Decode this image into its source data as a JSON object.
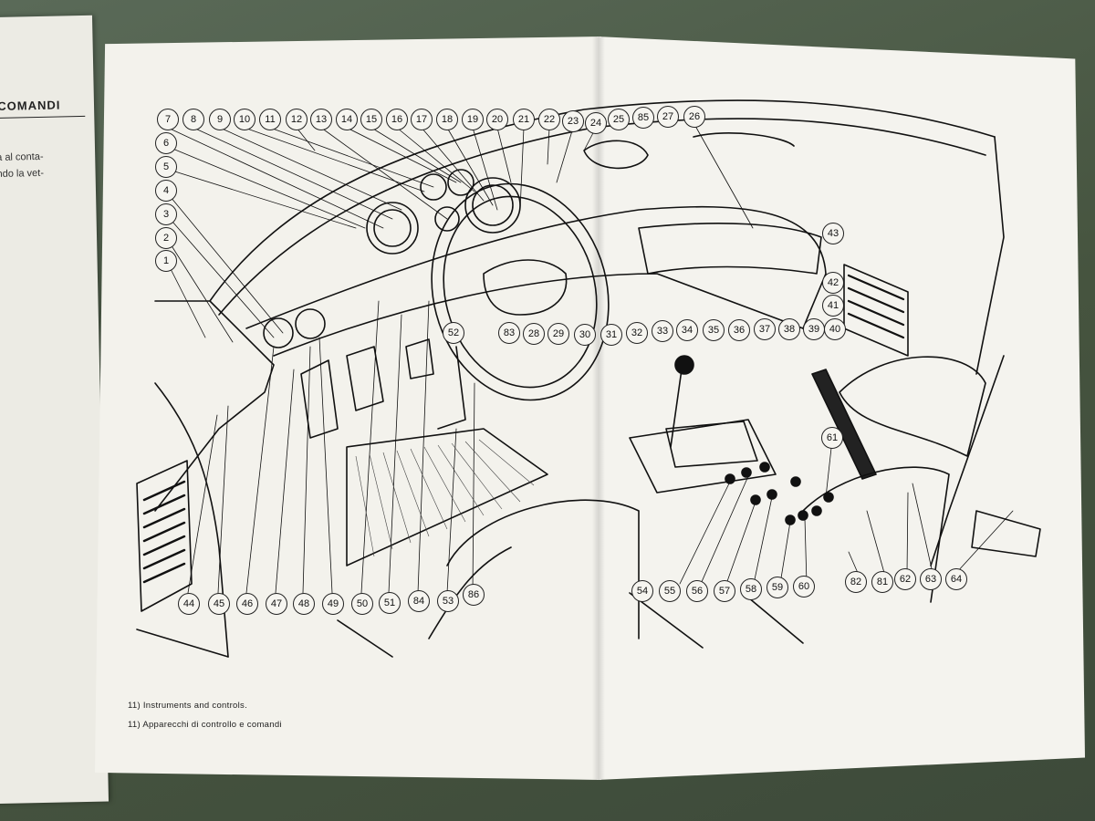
{
  "left_page": {
    "title": "E COMANDI",
    "snippet_line1": "a al conta-",
    "snippet_line2": "ndo la vet-"
  },
  "callouts": {
    "top_row": [
      "7",
      "8",
      "9",
      "10",
      "11",
      "12",
      "13",
      "14",
      "15",
      "16",
      "17",
      "18",
      "19",
      "20",
      "21",
      "22",
      "23",
      "24",
      "25",
      "85",
      "27",
      "26"
    ],
    "left_column": [
      "6",
      "5",
      "4",
      "3",
      "2",
      "1"
    ],
    "right_column": [
      "43",
      "42",
      "41",
      "40",
      "61"
    ],
    "middle_row": [
      "52",
      "83",
      "28",
      "29",
      "30",
      "31",
      "32",
      "33",
      "34",
      "35",
      "36",
      "37",
      "38",
      "39"
    ],
    "bottom_left": [
      "44",
      "45",
      "46",
      "47",
      "48",
      "49",
      "50",
      "51",
      "84",
      "53",
      "86"
    ],
    "bottom_right": [
      "54",
      "55",
      "56",
      "57",
      "58",
      "59",
      "60",
      "82",
      "81",
      "62",
      "63",
      "64"
    ]
  },
  "captions": {
    "english": "11) Instruments and controls.",
    "italian": "11) Apparecchi di controllo e comandi"
  }
}
